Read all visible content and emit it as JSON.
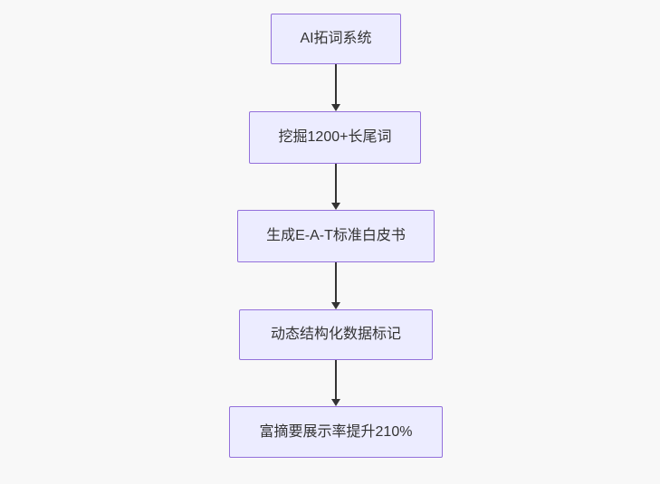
{
  "diagram": {
    "type": "flowchart",
    "direction": "top-down",
    "nodes": [
      {
        "id": "A",
        "label": "AI拓词系统"
      },
      {
        "id": "B",
        "label": "挖掘1200+长尾词"
      },
      {
        "id": "C",
        "label": "生成E-A-T标准白皮书"
      },
      {
        "id": "D",
        "label": "动态结构化数据标记"
      },
      {
        "id": "E",
        "label": "富摘要展示率提升210%"
      }
    ],
    "edges": [
      {
        "from": "A",
        "to": "B"
      },
      {
        "from": "B",
        "to": "C"
      },
      {
        "from": "C",
        "to": "D"
      },
      {
        "from": "D",
        "to": "E"
      }
    ]
  },
  "theme": {
    "canvas_bg": "#f8f8f8",
    "node_fill": "#ececff",
    "node_border": "#9370db",
    "node_text": "#333333",
    "arrow_color": "#333333"
  }
}
